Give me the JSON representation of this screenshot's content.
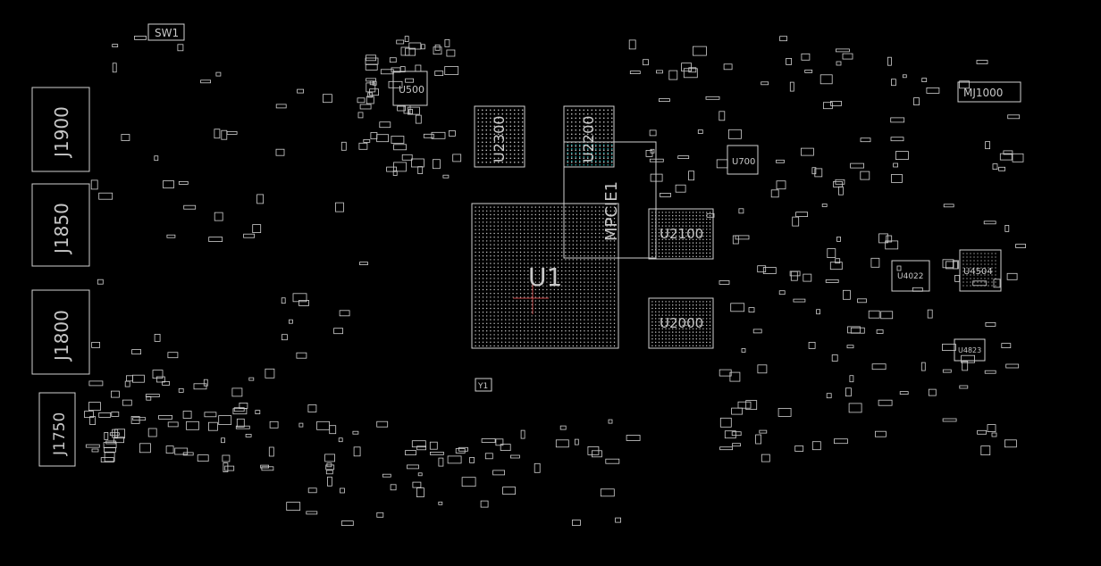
{
  "app": {
    "title": "Board viewer"
  },
  "colors": {
    "background": "#000000",
    "outline": "#d0d0d0",
    "accent": "#1aa0a0",
    "marker": "#c04040"
  },
  "components": {
    "u1": "U1",
    "u2300": "U2300",
    "u2200": "U2200",
    "u2100": "U2100",
    "u2000": "U2000",
    "u500": "U500",
    "u4504": "U4504",
    "u4022": "U4022",
    "u4823": "U4823",
    "u700": "U700",
    "y1": "Y1",
    "mpcie1": "MPCIE1",
    "mj1000": "MJ1000",
    "sw1": "SW1",
    "j1900": "J1900",
    "j1850": "J1850",
    "j1800": "J1800",
    "j1750": "J1750"
  }
}
